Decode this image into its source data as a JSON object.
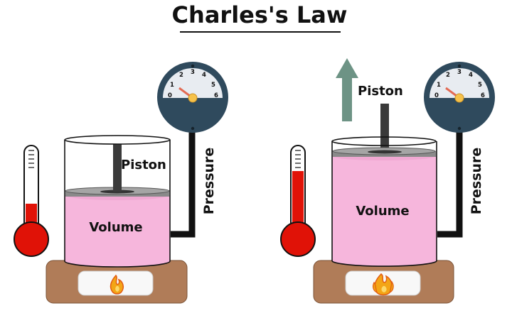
{
  "title": "Charles's Law",
  "labels": {
    "piston": "Piston",
    "volume": "Volume",
    "pressure": "Pressure"
  },
  "gauge_ticks": [
    "0",
    "1",
    "2",
    "3",
    "4",
    "5",
    "6"
  ],
  "colors": {
    "gas": "#f6b6dc",
    "flame": "#f3a516",
    "burner": "#b07c58",
    "gauge": "#2f4a5d",
    "mercury": "#e01207",
    "arrow": "#6d9385"
  },
  "icons": {
    "left_heat": "flame-icon",
    "right_heat": "large-flame-icon",
    "expansion": "up-arrow-icon"
  },
  "panels": [
    {
      "state": "before heating",
      "thermometer_level": 0.35,
      "gas_level": "low"
    },
    {
      "state": "after heating",
      "thermometer_level": 0.8,
      "gas_level": "high"
    }
  ]
}
